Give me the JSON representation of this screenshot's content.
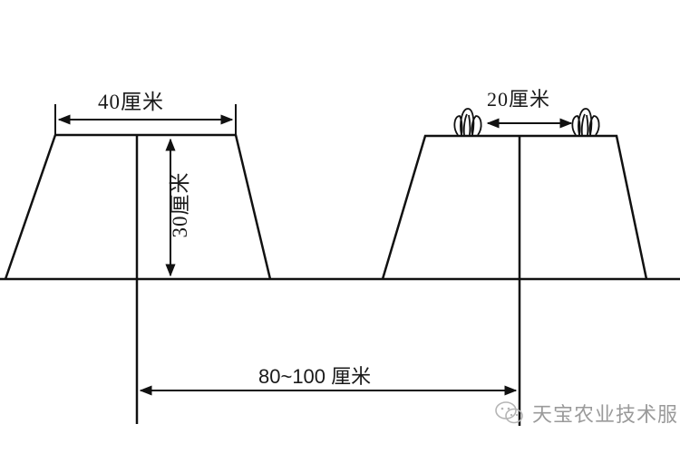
{
  "diagram": {
    "type": "ridge-cross-section",
    "description": "Cross-section of two trapezoidal planting ridges with dimension annotations",
    "labels": {
      "ridge_top_width": "40厘米",
      "ridge_height": "30厘米",
      "plant_spacing": "20厘米",
      "ridge_spacing": "80~100 厘米"
    },
    "ridges": [
      {
        "name": "left-ridge",
        "top_width_cm": 40,
        "height_cm": 30,
        "plants": 0
      },
      {
        "name": "right-ridge",
        "plant_row_spacing_cm": 20,
        "plants": 2
      }
    ],
    "ridge_center_spacing_cm": "80~100",
    "colors": {
      "line": "#111111",
      "background": "#ffffff",
      "watermark": "#9a9a9a"
    }
  },
  "watermark": {
    "text": "天宝农业技术服",
    "icon": "wechat-icon"
  }
}
